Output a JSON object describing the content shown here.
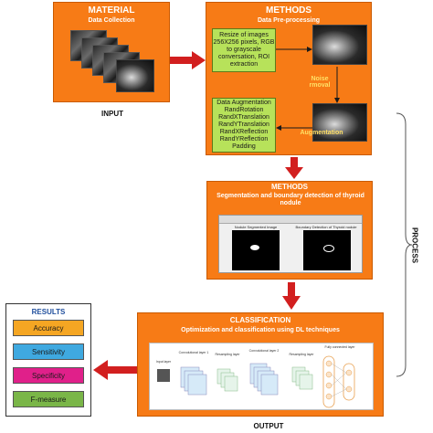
{
  "material": {
    "title": "MATERIAL",
    "subtitle": "Data Collection"
  },
  "input_label": "INPUT",
  "methods": {
    "title": "METHODS",
    "subtitle": "Data Pre-processing",
    "resize_box": [
      "Resize of images",
      "256X256 pixels, RGB",
      "to grayscale",
      "conversation, ROI",
      "extraction"
    ],
    "noise_label": [
      "Noise",
      "rmoval"
    ],
    "augmentation_label": "Augmentation",
    "augmentation_box": [
      "Data Augmentation",
      "RandRotation",
      "RandXTranslation",
      "RandYTranslation",
      "RandXReflection",
      "RandYReflection",
      "Padding"
    ]
  },
  "segmentation": {
    "title": "METHODS",
    "subtitle": "Segmentation and boundary detection of thyroid nodule",
    "panel_left_caption": "Nodule Segmented Image",
    "panel_right_caption": "Boundary Detection of Thyroid nodule"
  },
  "process_label": "PROCESS",
  "results": {
    "title": "RESULTS",
    "items": [
      {
        "label": "Accuracy",
        "color": "#f5a623"
      },
      {
        "label": "Sensitivity",
        "color": "#3fa9e0"
      },
      {
        "label": "Specificity",
        "color": "#e0208a"
      },
      {
        "label": "F-measure",
        "color": "#7ab648"
      }
    ]
  },
  "classification": {
    "title": "CLASSIFICATION",
    "subtitle": "Optimization and classification using DL techniques",
    "cnn_labels": [
      "Input layer",
      "Convolutional layer 1",
      "Resampling layer",
      "Convolutional layer 2",
      "Resampling layer",
      "Fully connected layer"
    ]
  },
  "output_label": "OUTPUT",
  "colors": {
    "orange": "#f77b16",
    "arrow": "#d21f1f",
    "green": "#b7e25a"
  }
}
